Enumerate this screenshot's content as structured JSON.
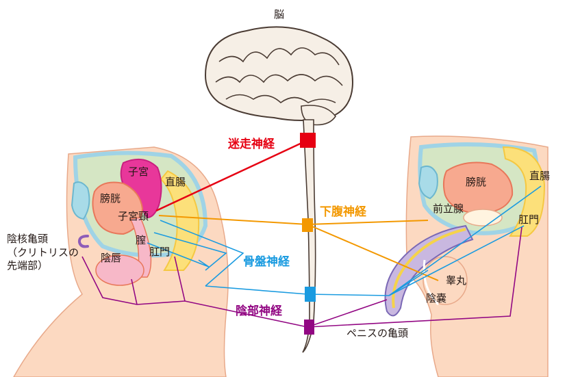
{
  "labels": {
    "brain": "脳",
    "uterus": "子宮",
    "rectum_f": "直腸",
    "bladder_f": "膀胱",
    "cervix": "子宮頸",
    "vagina": "膣",
    "anus_f": "肛門",
    "labia": "陰唇",
    "clitoris": "陰核亀頭\n（クリトリスの\n先端部）",
    "bladder_m": "膀胱",
    "rectum_m": "直腸",
    "prostate": "前立腺",
    "anus_m": "肛門",
    "testis": "睾丸",
    "scrotum": "陰嚢",
    "glans": "ペニスの亀頭"
  },
  "nerves": {
    "vagus": {
      "label": "迷走神経",
      "color": "#e60012"
    },
    "hypogastric": {
      "label": "下腹神経",
      "color": "#f39800"
    },
    "pelvic": {
      "label": "骨盤神経",
      "color": "#1a9be0"
    },
    "pudendal": {
      "label": "陰部神経",
      "color": "#920783"
    }
  },
  "colors": {
    "skin": "#fcd9c1",
    "skin_line": "#e8a98a",
    "bladder": "#f7a98f",
    "uterus": "#e8379a",
    "rectum": "#fce07a",
    "peritoneum": "#d5e6c4",
    "outline_blue": "#9fd3e6",
    "spine": "#c9a08a"
  }
}
